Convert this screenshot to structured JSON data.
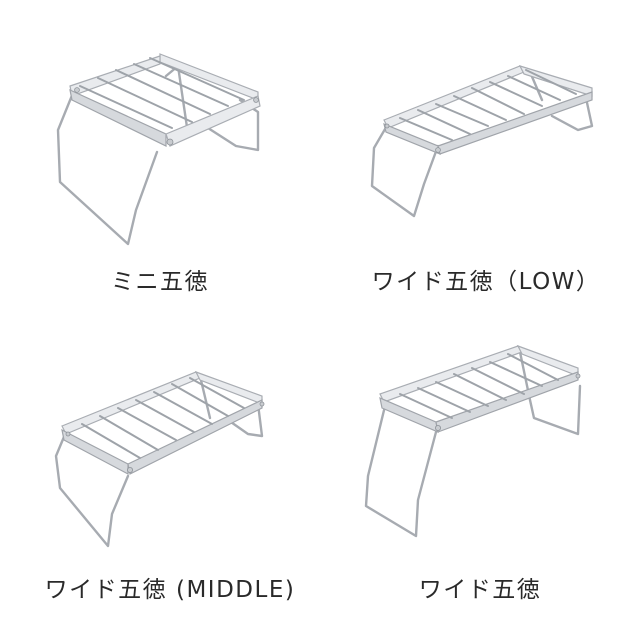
{
  "products": [
    {
      "id": "mini",
      "label": "ミニ五徳",
      "icon": "mini-stove-stand-image",
      "rods": 5
    },
    {
      "id": "wide-low",
      "label": "ワイド五徳（LOW）",
      "icon": "wide-low-stove-stand-image",
      "rods": 8
    },
    {
      "id": "wide-middle",
      "label": "ワイド五徳 (MIDDLE)",
      "icon": "wide-middle-stove-stand-image",
      "rods": 8
    },
    {
      "id": "wide",
      "label": "ワイド五徳",
      "icon": "wide-stove-stand-image",
      "rods": 8
    }
  ],
  "colors": {
    "background": "#ffffff",
    "text": "#2a2a2a",
    "metal_light": "#e9ebee",
    "metal_edge": "#a9adb3"
  }
}
